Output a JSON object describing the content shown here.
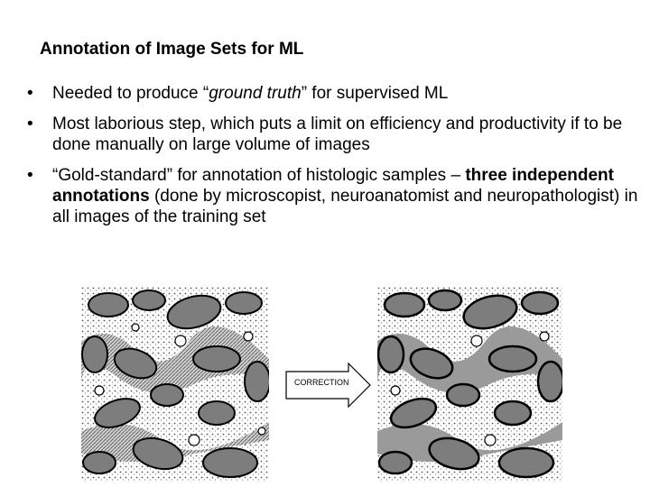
{
  "slide": {
    "title": "Annotation of Image Sets for ML",
    "bullet_glyph": "•",
    "bullets": [
      {
        "pre": "Needed to produce “",
        "em": "ground truth",
        "post": "” for supervised ML"
      },
      {
        "text": "Most laborious step, which puts a limit on efficiency and productivity if to be done manually on large volume of images"
      },
      {
        "pre": "“Gold-standard” for annotation of histologic samples – ",
        "strong": "three independent annotations",
        "post": " (done by microscopist, neuroanatomist and neuropathologist) in all images of the training set"
      }
    ],
    "arrow_label": "CORRECTION",
    "images": [
      {
        "name": "original-micrograph"
      },
      {
        "name": "corrected-annotation"
      }
    ]
  }
}
